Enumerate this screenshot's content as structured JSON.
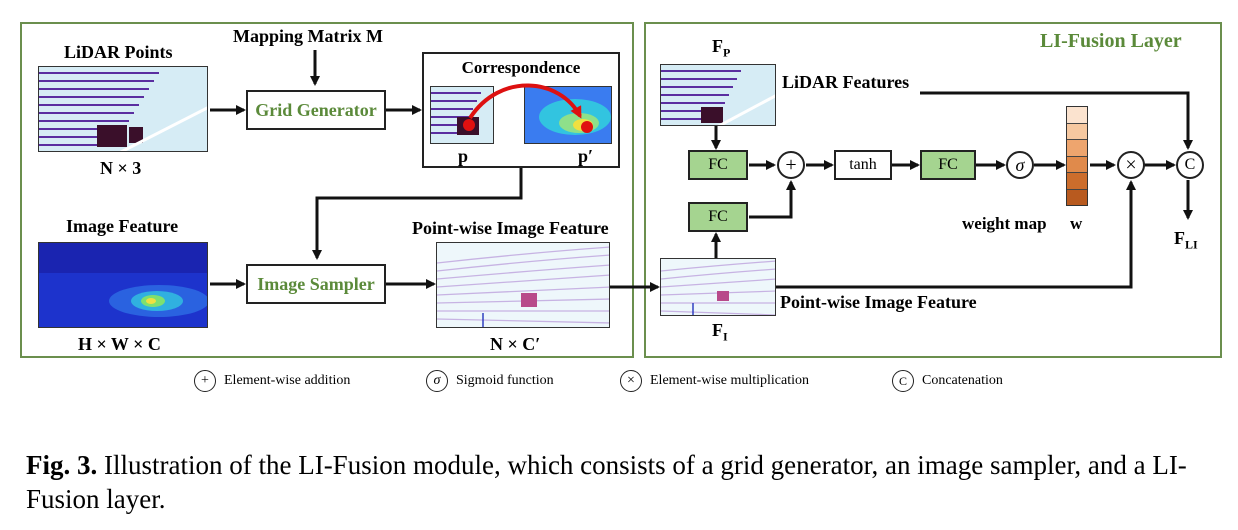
{
  "left_panel": {
    "lidar_points_label": "LiDAR Points",
    "lidar_points_shape": "N × 3",
    "mapping_matrix_label": "Mapping Matrix M",
    "grid_generator_label": "Grid Generator",
    "correspondence_label": "Correspondence",
    "point_p": "p",
    "point_p_prime": "p′",
    "image_feature_label": "Image Feature",
    "image_feature_shape": "H × W × C",
    "image_sampler_label": "Image Sampler",
    "pointwise_label": "Point-wise Image Feature",
    "pointwise_shape": "N × C′"
  },
  "right_panel": {
    "title": "LI-Fusion Layer",
    "fp_label": "F",
    "fp_sub": "P",
    "lidar_features_label": "LiDAR Features",
    "fc_label": "FC",
    "tanh_label": "tanh",
    "sigma": "σ",
    "weight_map_label": "weight map",
    "weight_symbol": "w",
    "fi_label": "F",
    "fi_sub": "I",
    "pointwise_label": "Point-wise Image Feature",
    "fli_label": "F",
    "fli_sub": "LI"
  },
  "legend": [
    {
      "symbol": "+",
      "label": "Element-wise addition"
    },
    {
      "symbol": "σ",
      "label": "Sigmoid function"
    },
    {
      "symbol": "×",
      "label": "Element-wise multiplication"
    },
    {
      "symbol": "C",
      "label": "Concatenation"
    }
  ],
  "caption": {
    "prefix": "Fig. 3.",
    "text": " Illustration of the LI-Fusion module, which consists of a grid generator, an image sampler, and a LI-Fusion layer."
  },
  "colors": {
    "panel_border": "#6b8f4e",
    "green_text": "#5b8a3a",
    "fc_fill": "#a5d490",
    "weight_bar": [
      "#fbe3cf",
      "#f6c8a0",
      "#eea56e",
      "#e08a4b",
      "#cc6d2c",
      "#b85a1f"
    ]
  }
}
